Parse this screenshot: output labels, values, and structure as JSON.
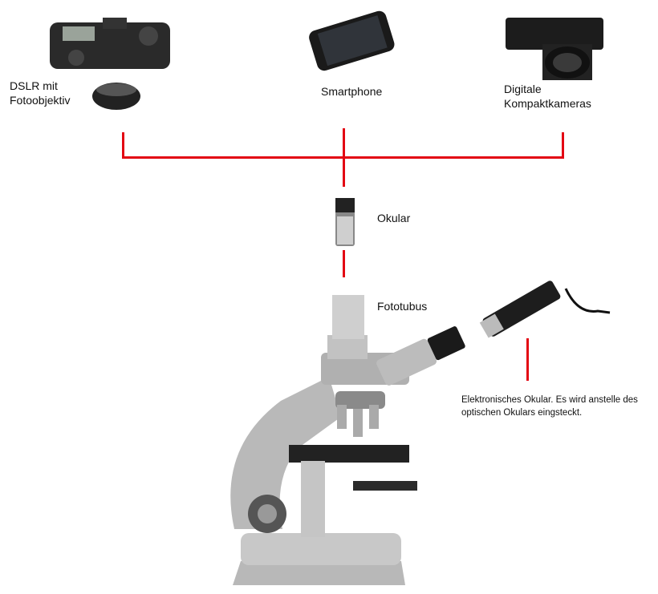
{
  "labels": {
    "dslr_line1": "DSLR mit",
    "dslr_line2": "Fotoobjektiv",
    "smartphone": "Smartphone",
    "compact_line1": "Digitale",
    "compact_line2": "Kompaktkameras",
    "eyepiece": "Okular",
    "phototube": "Fototubus",
    "electronic_line1": "Elektronisches Okular. Es wird anstelle des",
    "electronic_line2": "optischen Okulars eingsteckt."
  },
  "colors": {
    "connector": "#e30613"
  }
}
